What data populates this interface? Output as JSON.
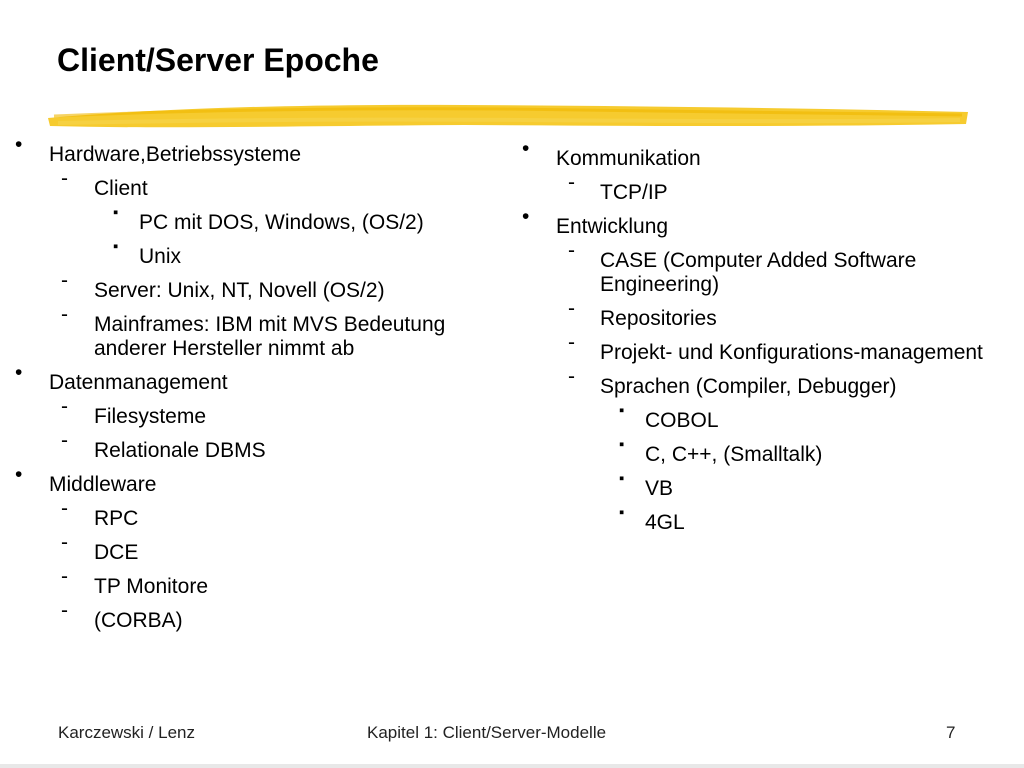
{
  "slide": {
    "title": "Client/Server Epoche",
    "accent_color": "#f5c518"
  },
  "left_column": [
    {
      "level": 1,
      "marker": "•",
      "text": "Hardware,Betriebssysteme"
    },
    {
      "level": 2,
      "marker": "-",
      "text": "Client"
    },
    {
      "level": 3,
      "marker": "▪",
      "text": "PC mit DOS, Windows, (OS/2)"
    },
    {
      "level": 3,
      "marker": "▪",
      "text": "Unix"
    },
    {
      "level": 2,
      "marker": "-",
      "text": "Server: Unix, NT, Novell (OS/2)"
    },
    {
      "level": 2,
      "marker": "-",
      "text": "Mainframes: IBM mit MVS Bedeutung anderer Hersteller nimmt ab"
    },
    {
      "level": 1,
      "marker": "•",
      "text": "Datenmanagement"
    },
    {
      "level": 2,
      "marker": "-",
      "text": "Filesysteme"
    },
    {
      "level": 2,
      "marker": "-",
      "text": "Relationale DBMS"
    },
    {
      "level": 1,
      "marker": "•",
      "text": "Middleware"
    },
    {
      "level": 2,
      "marker": "-",
      "text": "RPC"
    },
    {
      "level": 2,
      "marker": "-",
      "text": "DCE"
    },
    {
      "level": 2,
      "marker": "-",
      "text": "TP Monitore"
    },
    {
      "level": 2,
      "marker": "-",
      "text": "(CORBA)"
    }
  ],
  "right_column": [
    {
      "level": 1,
      "marker": "•",
      "text": "Kommunikation"
    },
    {
      "level": 2,
      "marker": "-",
      "text": "TCP/IP"
    },
    {
      "level": 1,
      "marker": "•",
      "text": "Entwicklung"
    },
    {
      "level": 2,
      "marker": "-",
      "text": "CASE (Computer Added Software Engineering)"
    },
    {
      "level": 2,
      "marker": "-",
      "text": "Repositories"
    },
    {
      "level": 2,
      "marker": "-",
      "text": "Projekt- und Konfigurations-management"
    },
    {
      "level": 2,
      "marker": "-",
      "text": "Sprachen (Compiler, Debugger)"
    },
    {
      "level": 3,
      "marker": "▪",
      "text": "COBOL"
    },
    {
      "level": 3,
      "marker": "▪",
      "text": "C, C++, (Smalltalk)"
    },
    {
      "level": 3,
      "marker": "▪",
      "text": "VB"
    },
    {
      "level": 3,
      "marker": "▪",
      "text": "4GL"
    }
  ],
  "footer": {
    "left": "Karczewski / Lenz",
    "center": "Kapitel 1: Client/Server-Modelle",
    "page_number": "7"
  }
}
